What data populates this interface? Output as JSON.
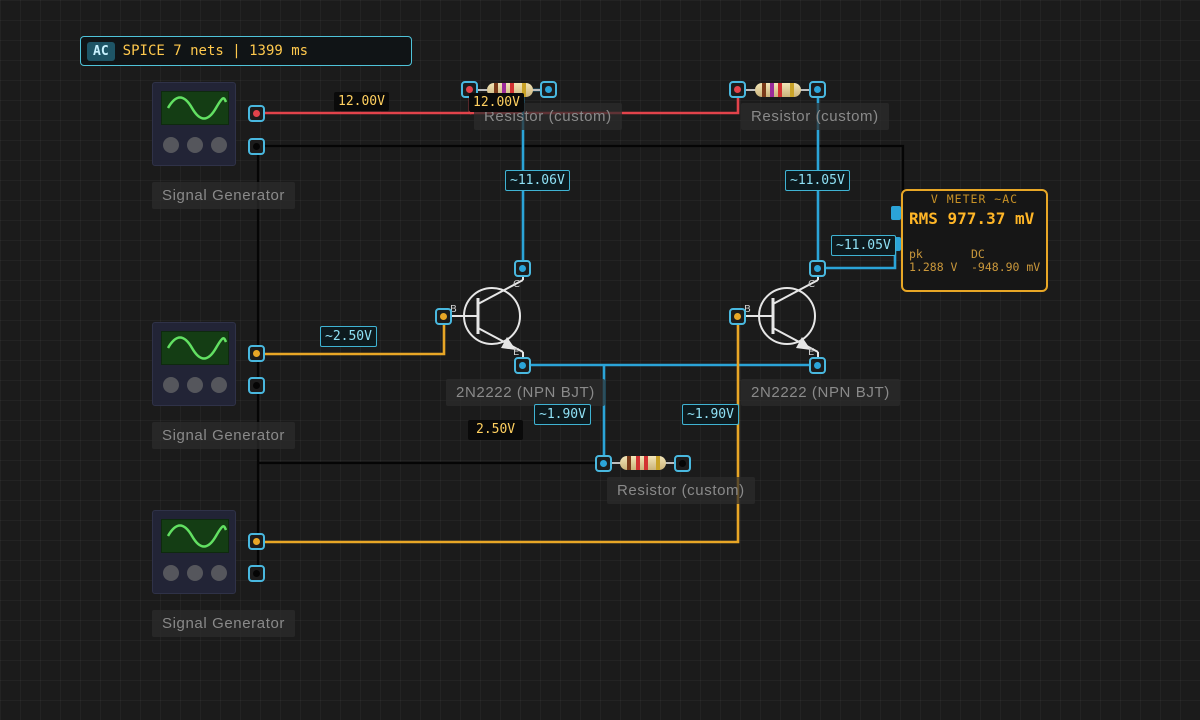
{
  "status_bar": {
    "mode": "AC",
    "text": "SPICE 7 nets | 1399 ms"
  },
  "labels": {
    "gen1": "Signal Generator",
    "gen2": "Signal Generator",
    "gen3": "Signal Generator",
    "res1": "Resistor (custom)",
    "res2": "Resistor (custom)",
    "res3": "Resistor (custom)",
    "q1": "2N2222 (NPN BJT)",
    "q2": "2N2222 (NPN BJT)"
  },
  "voltages": {
    "rail_12v": "12.00V",
    "rail_12v_r1": "12.00V",
    "q1_collector": "~11.06V",
    "q2_collector": "~11.05V",
    "meter_probe": "~11.05V",
    "q1_base": "~2.50V",
    "emitters": "~1.90V",
    "q2_emitter_side": "~1.90V",
    "gen3_dc": "2.50V"
  },
  "transistor_pins": {
    "base": "B",
    "collector": "C",
    "emitter": "E"
  },
  "meter": {
    "title": "V METER ~AC",
    "rms": "RMS 977.37 mV",
    "pk_label": "pk",
    "pk_value": "1.288 V",
    "dc_label": "DC",
    "dc_value": "-948.90 mV"
  },
  "colors": {
    "wire_red": "#e2434b",
    "wire_blue": "#2ba4d8",
    "wire_orange": "#e8a626",
    "wire_black": "#050505",
    "terminal": "#49b8df",
    "meter_border": "#e8a726",
    "status_text": "#ffc94d"
  },
  "icons": {
    "generator": "sine-wave-icon",
    "transistor": "npn-transistor-icon",
    "resistor": "resistor-icon"
  }
}
